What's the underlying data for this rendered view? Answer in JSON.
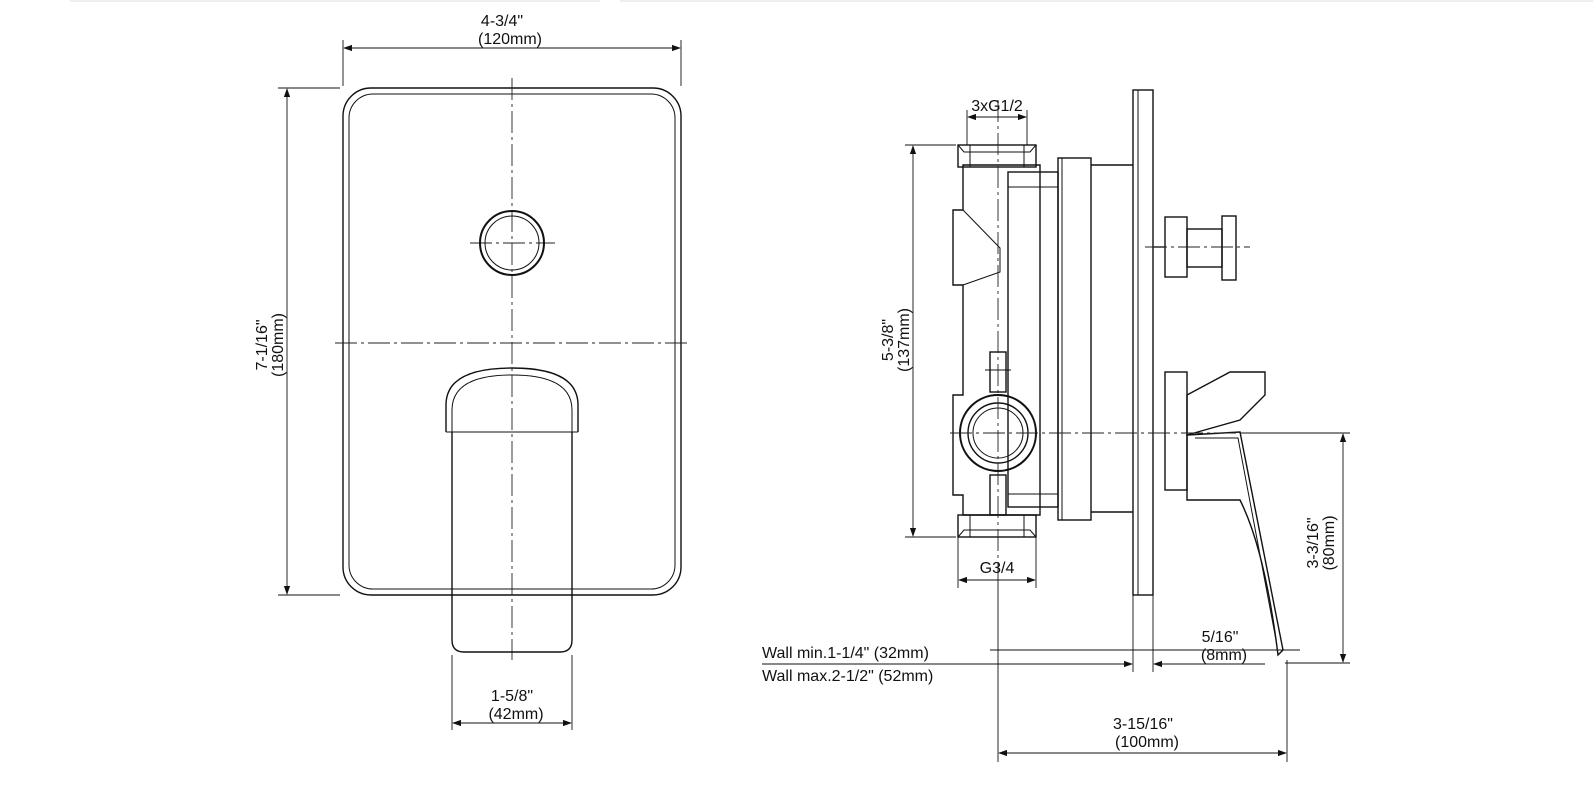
{
  "front_view": {
    "width_label": "4-3/4\"",
    "width_label_mm": "(120mm)",
    "height_label": "7-1/16\"",
    "height_label_mm": "(180mm)",
    "lever_width_label": "1-5/8\"",
    "lever_width_label_mm": "(42mm)"
  },
  "side_view": {
    "top_port_label": "3xG1/2",
    "bottom_port_label": "G3/4",
    "body_height_label": "5-3/8\"",
    "body_height_label_mm": "(137mm)",
    "handle_height_label": "3-3/16\"",
    "handle_height_label_mm": "(80mm)",
    "plate_offset_label": "5/16\"",
    "plate_offset_label_mm": "(8mm)",
    "wall_min_label": "Wall min.1-1/4\" (32mm)",
    "wall_max_label": "Wall max.2-1/2\" (52mm)",
    "depth_label": "3-15/16\"",
    "depth_label_mm": "(100mm)"
  }
}
